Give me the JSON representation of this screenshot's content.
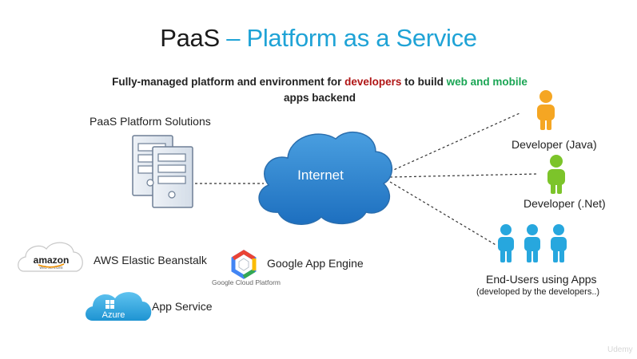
{
  "title": {
    "part1": "PaaS",
    "part2": " – Platform as a Service"
  },
  "subtitle": {
    "text_a": "Fully-managed platform and environment for ",
    "developers": "developers",
    "text_b": " to build ",
    "web_mobile": "web and mobile",
    "text_c": "apps backend"
  },
  "platform_solutions_label": "PaaS Platform Solutions",
  "internet_label": "Internet",
  "developer_java_label": "Developer (Java)",
  "developer_net_label": "Developer (.Net)",
  "end_users_label": "End-Users using Apps",
  "end_users_sublabel": "(developed by the developers..)",
  "providers": {
    "aws": {
      "logo_text": "amazon",
      "logo_sub": "web services",
      "label": "AWS Elastic Beanstalk"
    },
    "google": {
      "logo_caption": "Google Cloud Platform",
      "label": "Google App Engine"
    },
    "azure": {
      "logo_text": "Azure",
      "label": "App Service"
    }
  },
  "watermark": "Udemy",
  "colors": {
    "accent_blue": "#1fa3d6",
    "developers_red": "#b01515",
    "web_mobile_green": "#1aa554",
    "cloud_blue": "#2e84d0",
    "java_orange": "#f5a623",
    "net_green": "#7cc42a",
    "users_blue": "#27a7de"
  }
}
